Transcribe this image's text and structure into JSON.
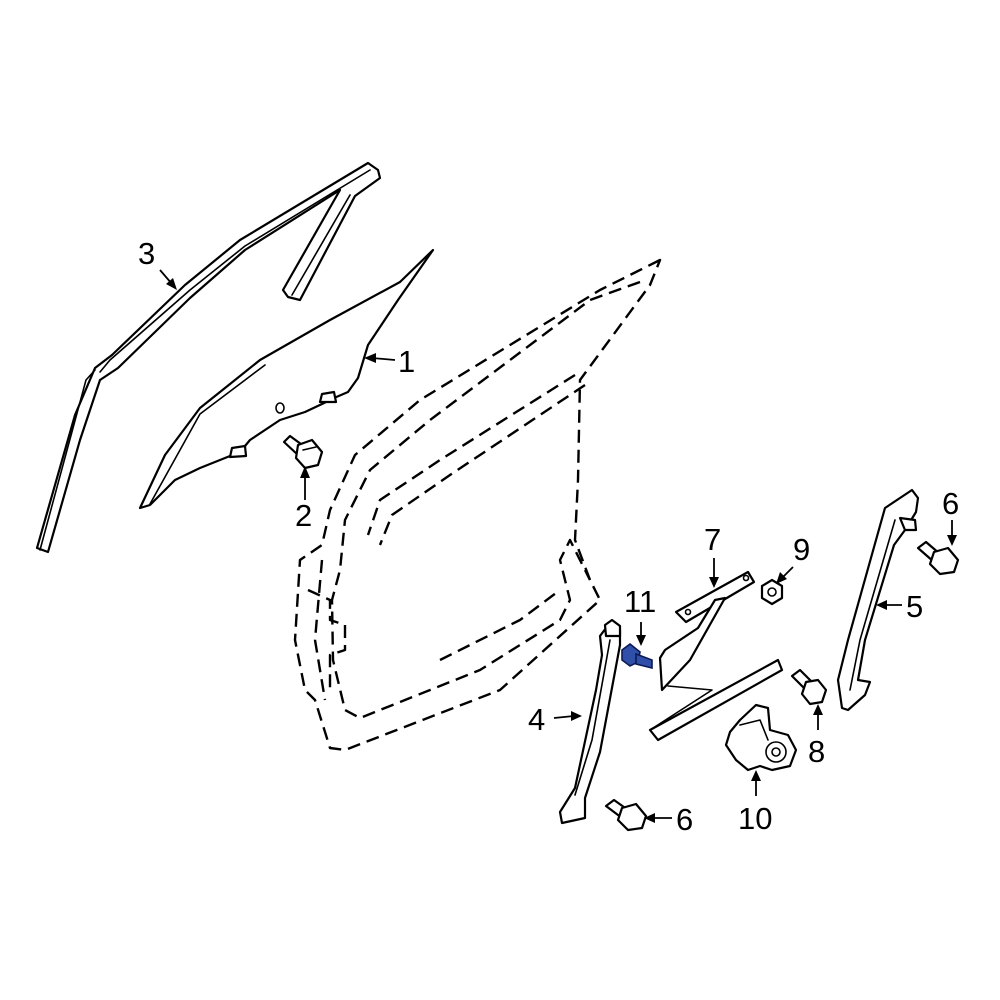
{
  "colors": {
    "line": "#000000",
    "background": "#ffffff",
    "highlight": "#2f4fa8"
  },
  "callouts": {
    "c1": "1",
    "c2": "2",
    "c3": "3",
    "c4": "4",
    "c5": "5",
    "c6a": "6",
    "c6b": "6",
    "c7": "7",
    "c8": "8",
    "c9": "9",
    "c10": "10",
    "c11": "11"
  },
  "highlighted_part": "11"
}
